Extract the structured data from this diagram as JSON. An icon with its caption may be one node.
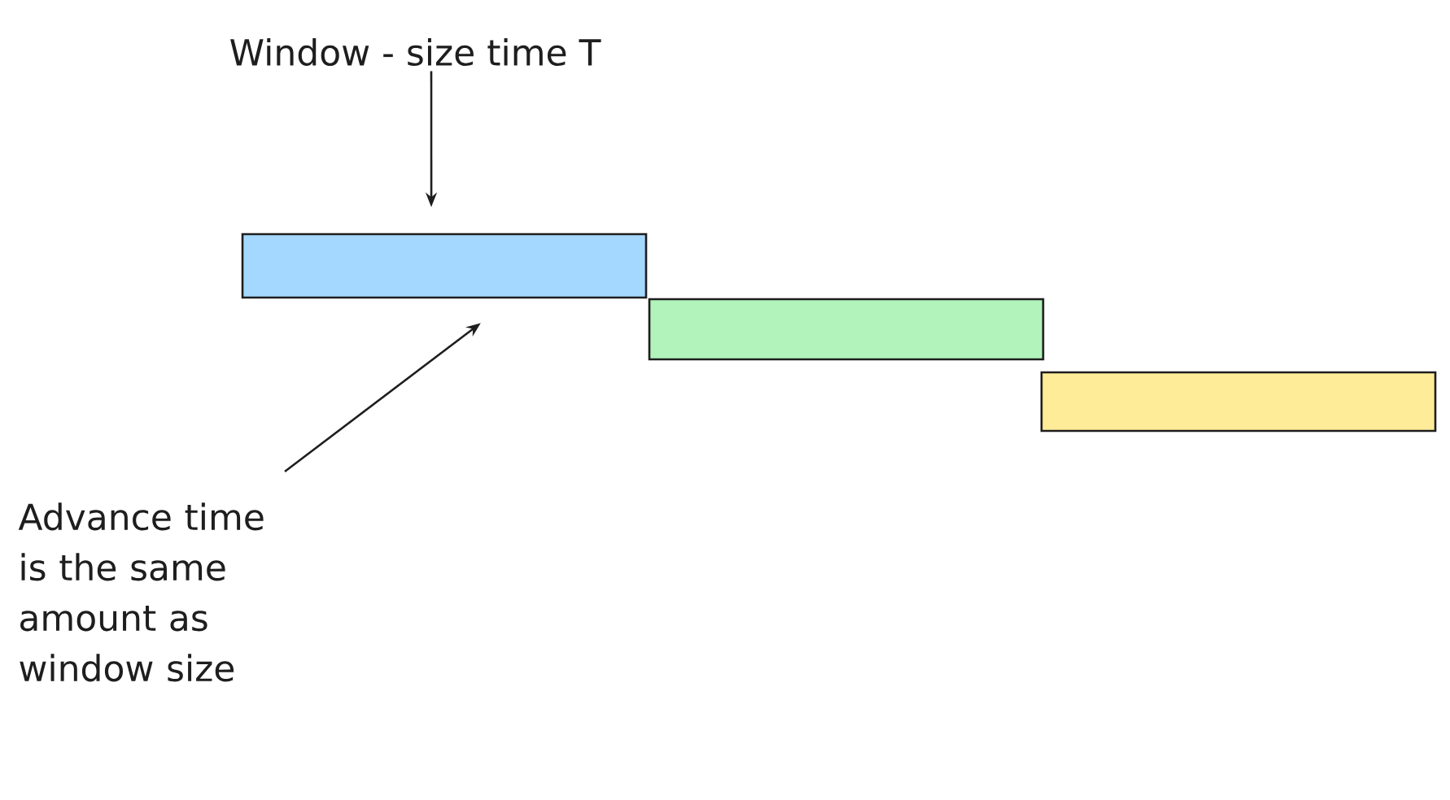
{
  "diagram": {
    "nodes": [
      {
        "text": [
          "Window - size time T"
        ]
      },
      {
        "text": [],
        "shape": "bar"
      },
      {
        "text": [],
        "shape": "bar"
      },
      {
        "text": [],
        "shape": "bar"
      },
      {
        "text": [
          "Advance time is the same amount as window size"
        ]
      }
    ],
    "edges": [
      {
        "from": 0,
        "to": 1,
        "arrow": "to"
      },
      {
        "from": 4,
        "to": 1,
        "arrow": "to"
      }
    ]
  }
}
